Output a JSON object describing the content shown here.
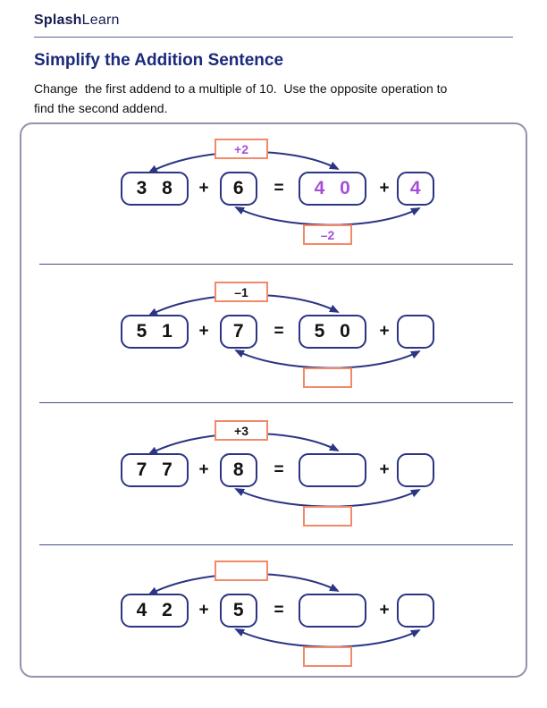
{
  "header": {
    "logo_bold": "Splash",
    "logo_light": "Learn"
  },
  "title": "Simplify the Addition Sentence",
  "instructions": "Change  the first addend to a multiple of 10.  Use the opposite operation to\nfind the second addend.",
  "operators": {
    "plus": "+",
    "equals": "="
  },
  "colors": {
    "navy_border": "#2b3583",
    "title_navy": "#1b2a7b",
    "coral_box": "#f28a6a",
    "answer_purple": "#a64fd6",
    "given_black": "#131313"
  },
  "problems": [
    {
      "top_label": "+2",
      "top_label_color": "#a64fd6",
      "addend1": "3 8",
      "addend1_color": "#131313",
      "addend2": "6",
      "addend2_color": "#131313",
      "result1": "4 0",
      "result1_color": "#a64fd6",
      "result2": "4",
      "result2_color": "#a64fd6",
      "bottom_label": "–2",
      "bottom_label_color": "#a64fd6"
    },
    {
      "top_label": "–1",
      "top_label_color": "#131313",
      "addend1": "5 1",
      "addend1_color": "#131313",
      "addend2": "7",
      "addend2_color": "#131313",
      "result1": "5 0",
      "result1_color": "#131313",
      "result2": "",
      "result2_color": "#131313",
      "bottom_label": "",
      "bottom_label_color": "#131313"
    },
    {
      "top_label": "+3",
      "top_label_color": "#131313",
      "addend1": "7 7",
      "addend1_color": "#131313",
      "addend2": "8",
      "addend2_color": "#131313",
      "result1": "",
      "result1_color": "#131313",
      "result2": "",
      "result2_color": "#131313",
      "bottom_label": "",
      "bottom_label_color": "#131313"
    },
    {
      "top_label": "",
      "top_label_color": "#131313",
      "addend1": "4 2",
      "addend1_color": "#131313",
      "addend2": "5",
      "addend2_color": "#131313",
      "result1": "",
      "result1_color": "#131313",
      "result2": "",
      "result2_color": "#131313",
      "bottom_label": "",
      "bottom_label_color": "#131313"
    }
  ]
}
